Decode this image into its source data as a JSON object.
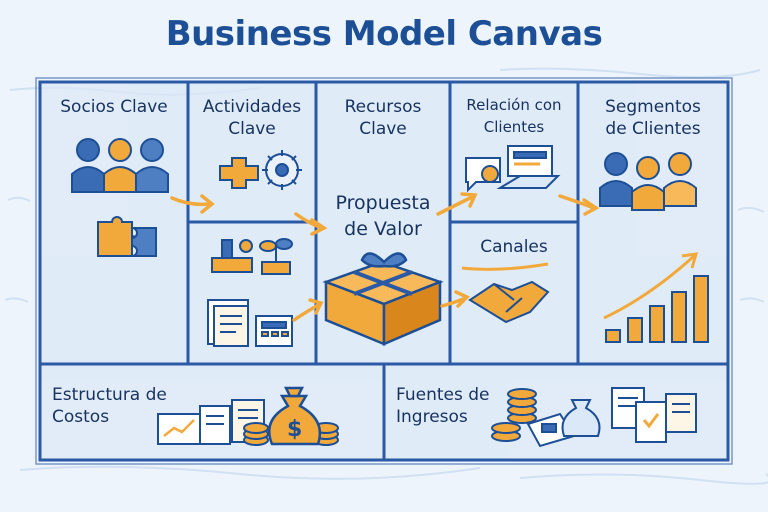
{
  "title": "Business Model Canvas",
  "blocks": {
    "socios": {
      "line1": "Socios Clave"
    },
    "actividades": {
      "line1": "Actividades",
      "line2": "Clave"
    },
    "recursos": {
      "line1": "Recursos",
      "line2": "Clave"
    },
    "propuesta": {
      "line1": "Propuesta",
      "line2": "de Valor"
    },
    "relacion": {
      "line1": "Relación con",
      "line2": "Clientes"
    },
    "canales": {
      "line1": "Canales"
    },
    "segmentos": {
      "line1": "Segmentos",
      "line2": "de Clientes"
    },
    "costos": {
      "line1": "Estructura de",
      "line2": "Costos"
    },
    "ingresos": {
      "line1": "Fuentes de",
      "line2": "Ingresos"
    }
  },
  "colors": {
    "ink": "#1c4f96",
    "line": "#2a5aa6",
    "accent": "#f2a93b",
    "accent_dark": "#d9861c",
    "paper": "#eef4fb"
  },
  "icons": [
    "people-icon",
    "puzzle-icon",
    "gear-icon",
    "tools-icon",
    "plant-icon",
    "documents-icon",
    "calculator-icon",
    "gift-box-icon",
    "chat-icon",
    "laptop-icon",
    "handshake-icon",
    "growth-chart-icon",
    "money-bag-icon",
    "coins-icon",
    "invoice-icon"
  ]
}
